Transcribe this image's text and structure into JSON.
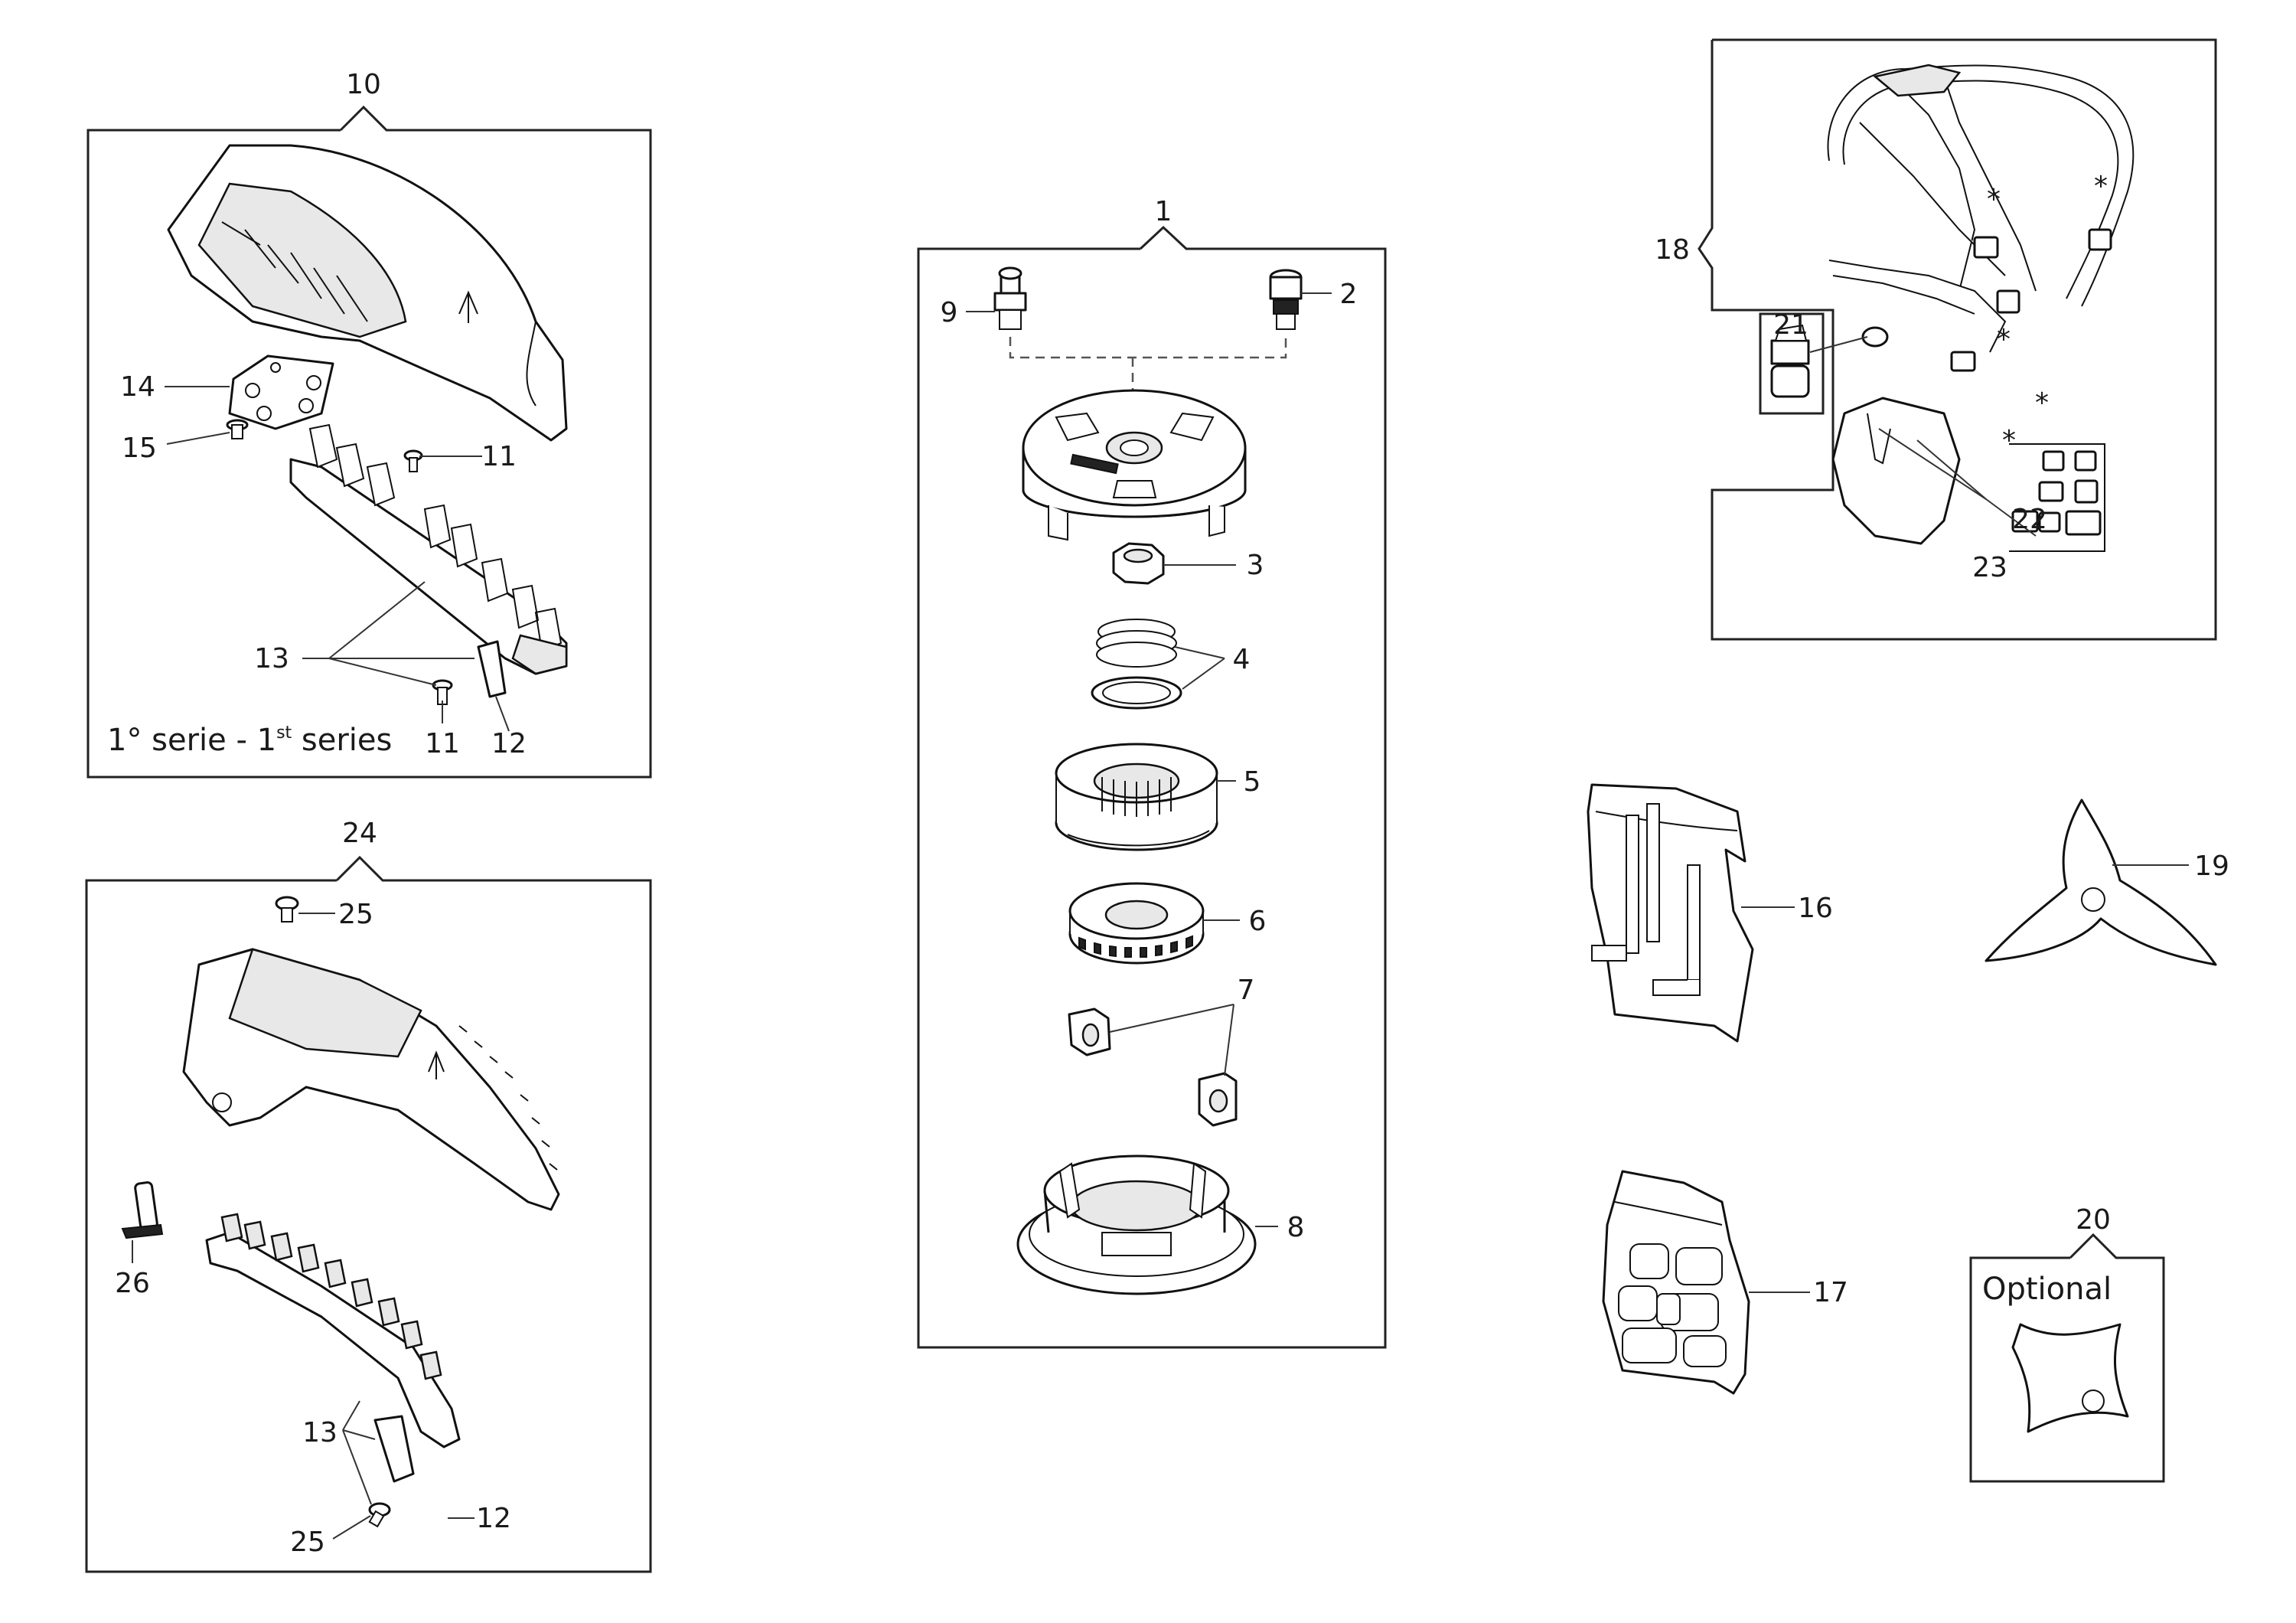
{
  "labels": {
    "l1": "1",
    "l2": "2",
    "l3": "3",
    "l4": "4",
    "l5": "5",
    "l6": "6",
    "l7": "7",
    "l8": "8",
    "l9": "9",
    "l10": "10",
    "l11a": "11",
    "l11b": "11",
    "l12a": "12",
    "l12b": "12",
    "l13a": "13",
    "l13b": "13",
    "l14": "14",
    "l15": "15",
    "l16": "16",
    "l17": "17",
    "l18": "18",
    "l19": "19",
    "l20": "20",
    "l21": "21",
    "l22": "22",
    "l23": "23",
    "l24": "24",
    "l25a": "25",
    "l25b": "25",
    "l26": "26"
  },
  "notes": {
    "series": "1° serie - 1",
    "series_sup": "st",
    "series_tail": " series",
    "optional": "Optional",
    "asterisk": "*"
  }
}
